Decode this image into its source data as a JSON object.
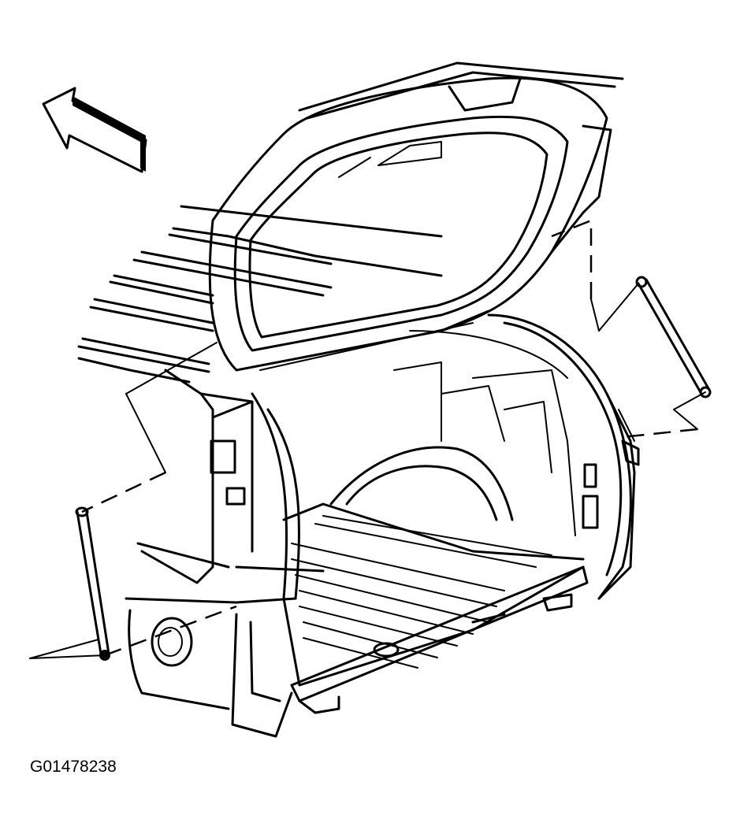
{
  "figure": {
    "id_label": "G01478238"
  },
  "icons": {
    "direction_arrow": "front-direction-arrow-icon",
    "liftgate": "liftgate-frame-drawing",
    "left_strut": "liftgate-strut-left",
    "right_strut": "liftgate-strut-right",
    "cargo_area": "cargo-area-drawing"
  }
}
